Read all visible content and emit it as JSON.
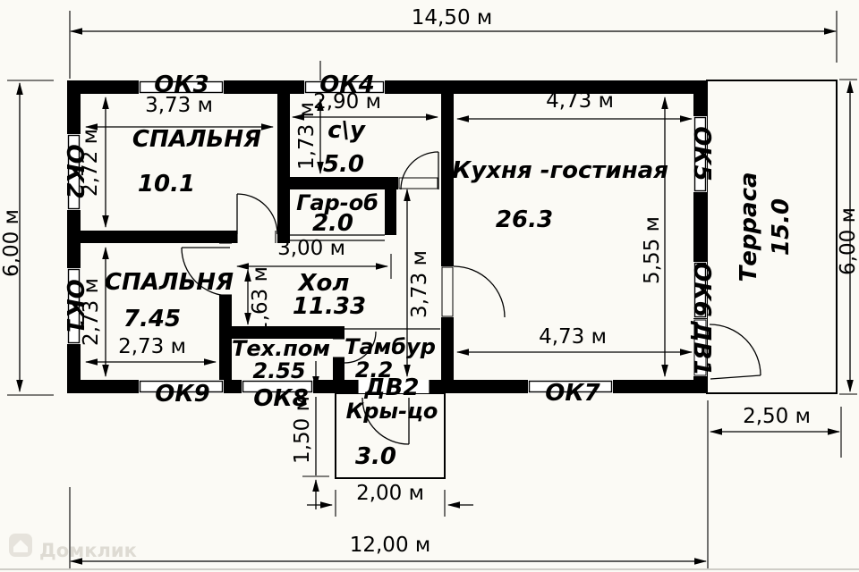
{
  "plan": {
    "rooms": {
      "bedroom1": {
        "name": "СПАЛЬНЯ",
        "area": "10.1"
      },
      "bathroom": {
        "name": "с\\у",
        "area": "5.0"
      },
      "wardrobe": {
        "name": "Гар-об",
        "area": "2.0"
      },
      "kitchen": {
        "name": "Кухня -гостиная",
        "area": "26.3"
      },
      "hall": {
        "name": "Хол",
        "area": "11.33"
      },
      "bedroom2": {
        "name": "СПАЛЬНЯ",
        "area": "7.45"
      },
      "tech": {
        "name": "Тех.пом",
        "area": "2.55"
      },
      "tambour": {
        "name": "Тамбур",
        "area": "2.2"
      },
      "porch": {
        "name": "Кры-цо",
        "area": "3.0"
      },
      "terrace": {
        "name": "Терраса",
        "area": "15.0"
      }
    },
    "openings": {
      "ok1": "ОК1",
      "ok2": "ОК2",
      "ok3": "ОК3",
      "ok4": "ОК4",
      "ok5": "ОК5",
      "ok6": "ОК6",
      "ok7": "ОК7",
      "ok8": "ОК8",
      "ok9": "ОК9",
      "dv1": "ДВ1",
      "dv2": "ДВ2"
    },
    "dims": {
      "total_width": "14,50 м",
      "height_left": "6,00 м",
      "height_right": "6,00 м",
      "bottom_width": "12,00 м",
      "terrace_width": "2,50 м",
      "bedroom1_w": "3,73 м",
      "bedroom1_h": "2,72 м",
      "bathroom_w": "2,90 м",
      "bathroom_h": "1,73 м",
      "kitchen_w_top": "4,73 м",
      "kitchen_h": "5,55 м",
      "kitchen_w_bottom": "4,73 м",
      "hall_w": "3,00 м",
      "hall_h": "1,63 м",
      "hall_right_h": "3,73 м",
      "bedroom2_h": "2,73 м",
      "bedroom2_w": "2,73 м",
      "porch_h": "1,50 м",
      "porch_w": "2,00 м"
    },
    "colors": {
      "line": "#000000",
      "background": "#fbfaf5"
    }
  },
  "watermark": {
    "brand": "Домклик"
  }
}
